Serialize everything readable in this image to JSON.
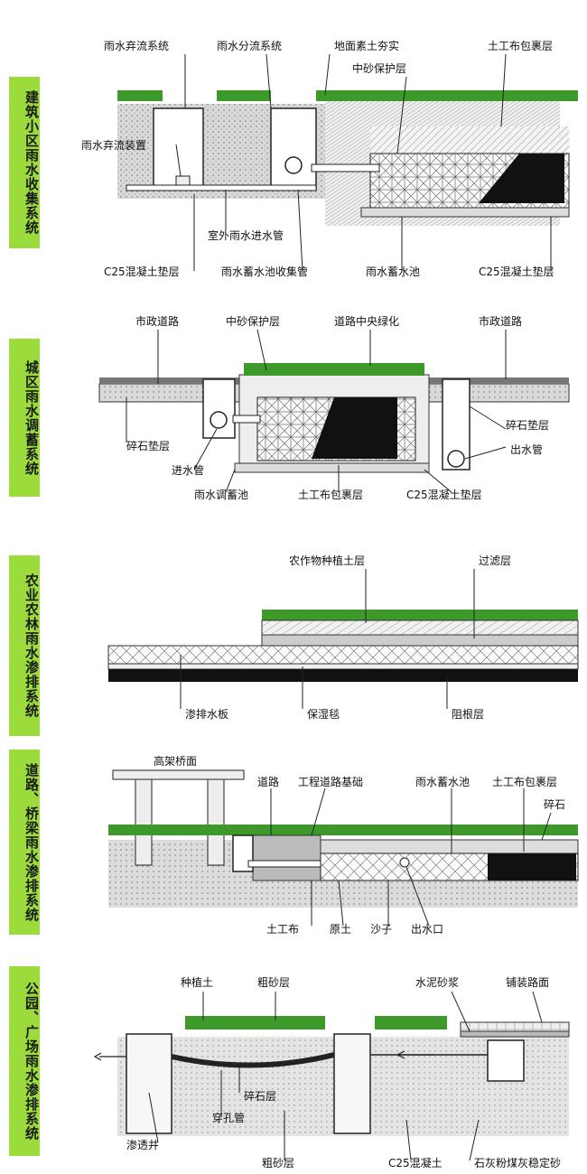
{
  "panels": [
    {
      "tag": "建筑小区雨水收集系统",
      "labels": [
        "雨水弃流系统",
        "雨水分流系统",
        "地面素土夯实",
        "中砂保护层",
        "土工布包裹层",
        "雨水弃流装置",
        "室外雨水进水管",
        "C25混凝土垫层",
        "雨水蓄水池收集管",
        "雨水蓄水池",
        "C25混凝土垫层"
      ]
    },
    {
      "tag": "城区雨水调蓄系统",
      "labels": [
        "市政道路",
        "中砂保护层",
        "道路中央绿化",
        "市政道路",
        "碎石垫层",
        "碎石垫层",
        "出水管",
        "进水管",
        "雨水调蓄池",
        "土工布包裹层",
        "C25混凝土垫层"
      ]
    },
    {
      "tag": "农业农林雨水渗排系统",
      "labels": [
        "农作物种植土层",
        "过滤层",
        "渗排水板",
        "保湿毯",
        "阻根层"
      ]
    },
    {
      "tag": "道路、桥梁雨水渗排系统",
      "labels": [
        "高架桥面",
        "道路",
        "工程道路基础",
        "雨水蓄水池",
        "土工布包裹层",
        "碎石",
        "土工布",
        "原土",
        "沙子",
        "出水口"
      ]
    },
    {
      "tag": "公园、广场雨水渗排系统",
      "labels": [
        "种植土",
        "粗砂层",
        "水泥砂浆",
        "铺装路面",
        "碎石层",
        "穿孔管",
        "渗透井",
        "粗砂层",
        "C25混凝土",
        "石灰粉煤灰稳定砂"
      ]
    }
  ],
  "colors": {
    "tag_bg": "#9bdb3c",
    "grass": "#3d9a2a",
    "flower": "#f2e23a",
    "water": "#111111"
  }
}
